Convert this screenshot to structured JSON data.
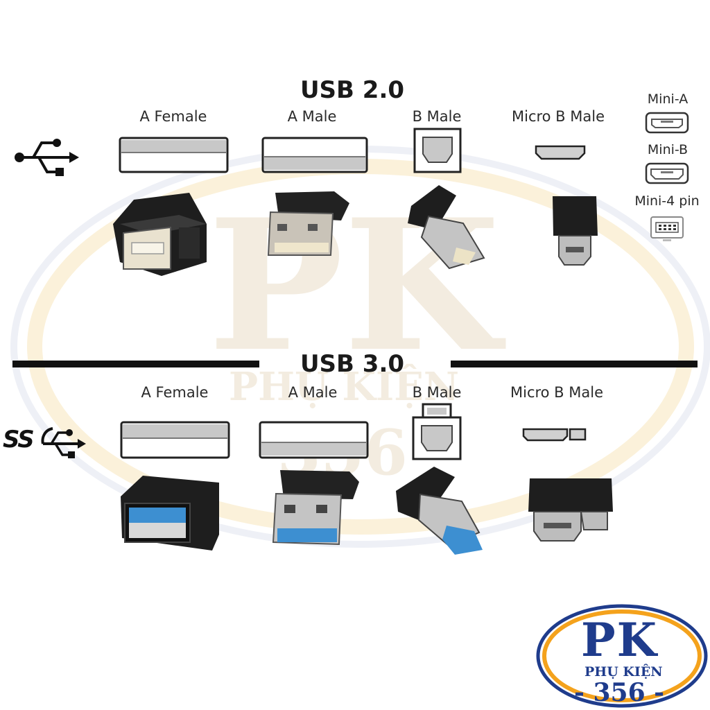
{
  "watermark": {
    "initials": "PK",
    "brand": "PHỤ KIỆN",
    "number": "356"
  },
  "usb2": {
    "title": "USB 2.0",
    "columns": [
      "A Female",
      "A Male",
      "B Male",
      "Micro B Male"
    ],
    "mini_types": [
      "Mini-A",
      "Mini-B",
      "Mini-4 pin"
    ]
  },
  "usb3": {
    "title": "USB 3.0",
    "ss_label": "SS",
    "columns": [
      "A Female",
      "A Male",
      "B Male",
      "Micro B Male"
    ]
  },
  "logo": {
    "initials": "PK",
    "brand": "PHỤ KIỆN",
    "number": "- 356 -"
  },
  "colors": {
    "usb3_blue": "#3d8fd1",
    "logo_blue": "#1f3c8c",
    "logo_orange": "#f4a21c",
    "connector_black": "#1e1e1e"
  },
  "icons": [
    "usb-trident-icon",
    "superspeed-usb-icon"
  ]
}
